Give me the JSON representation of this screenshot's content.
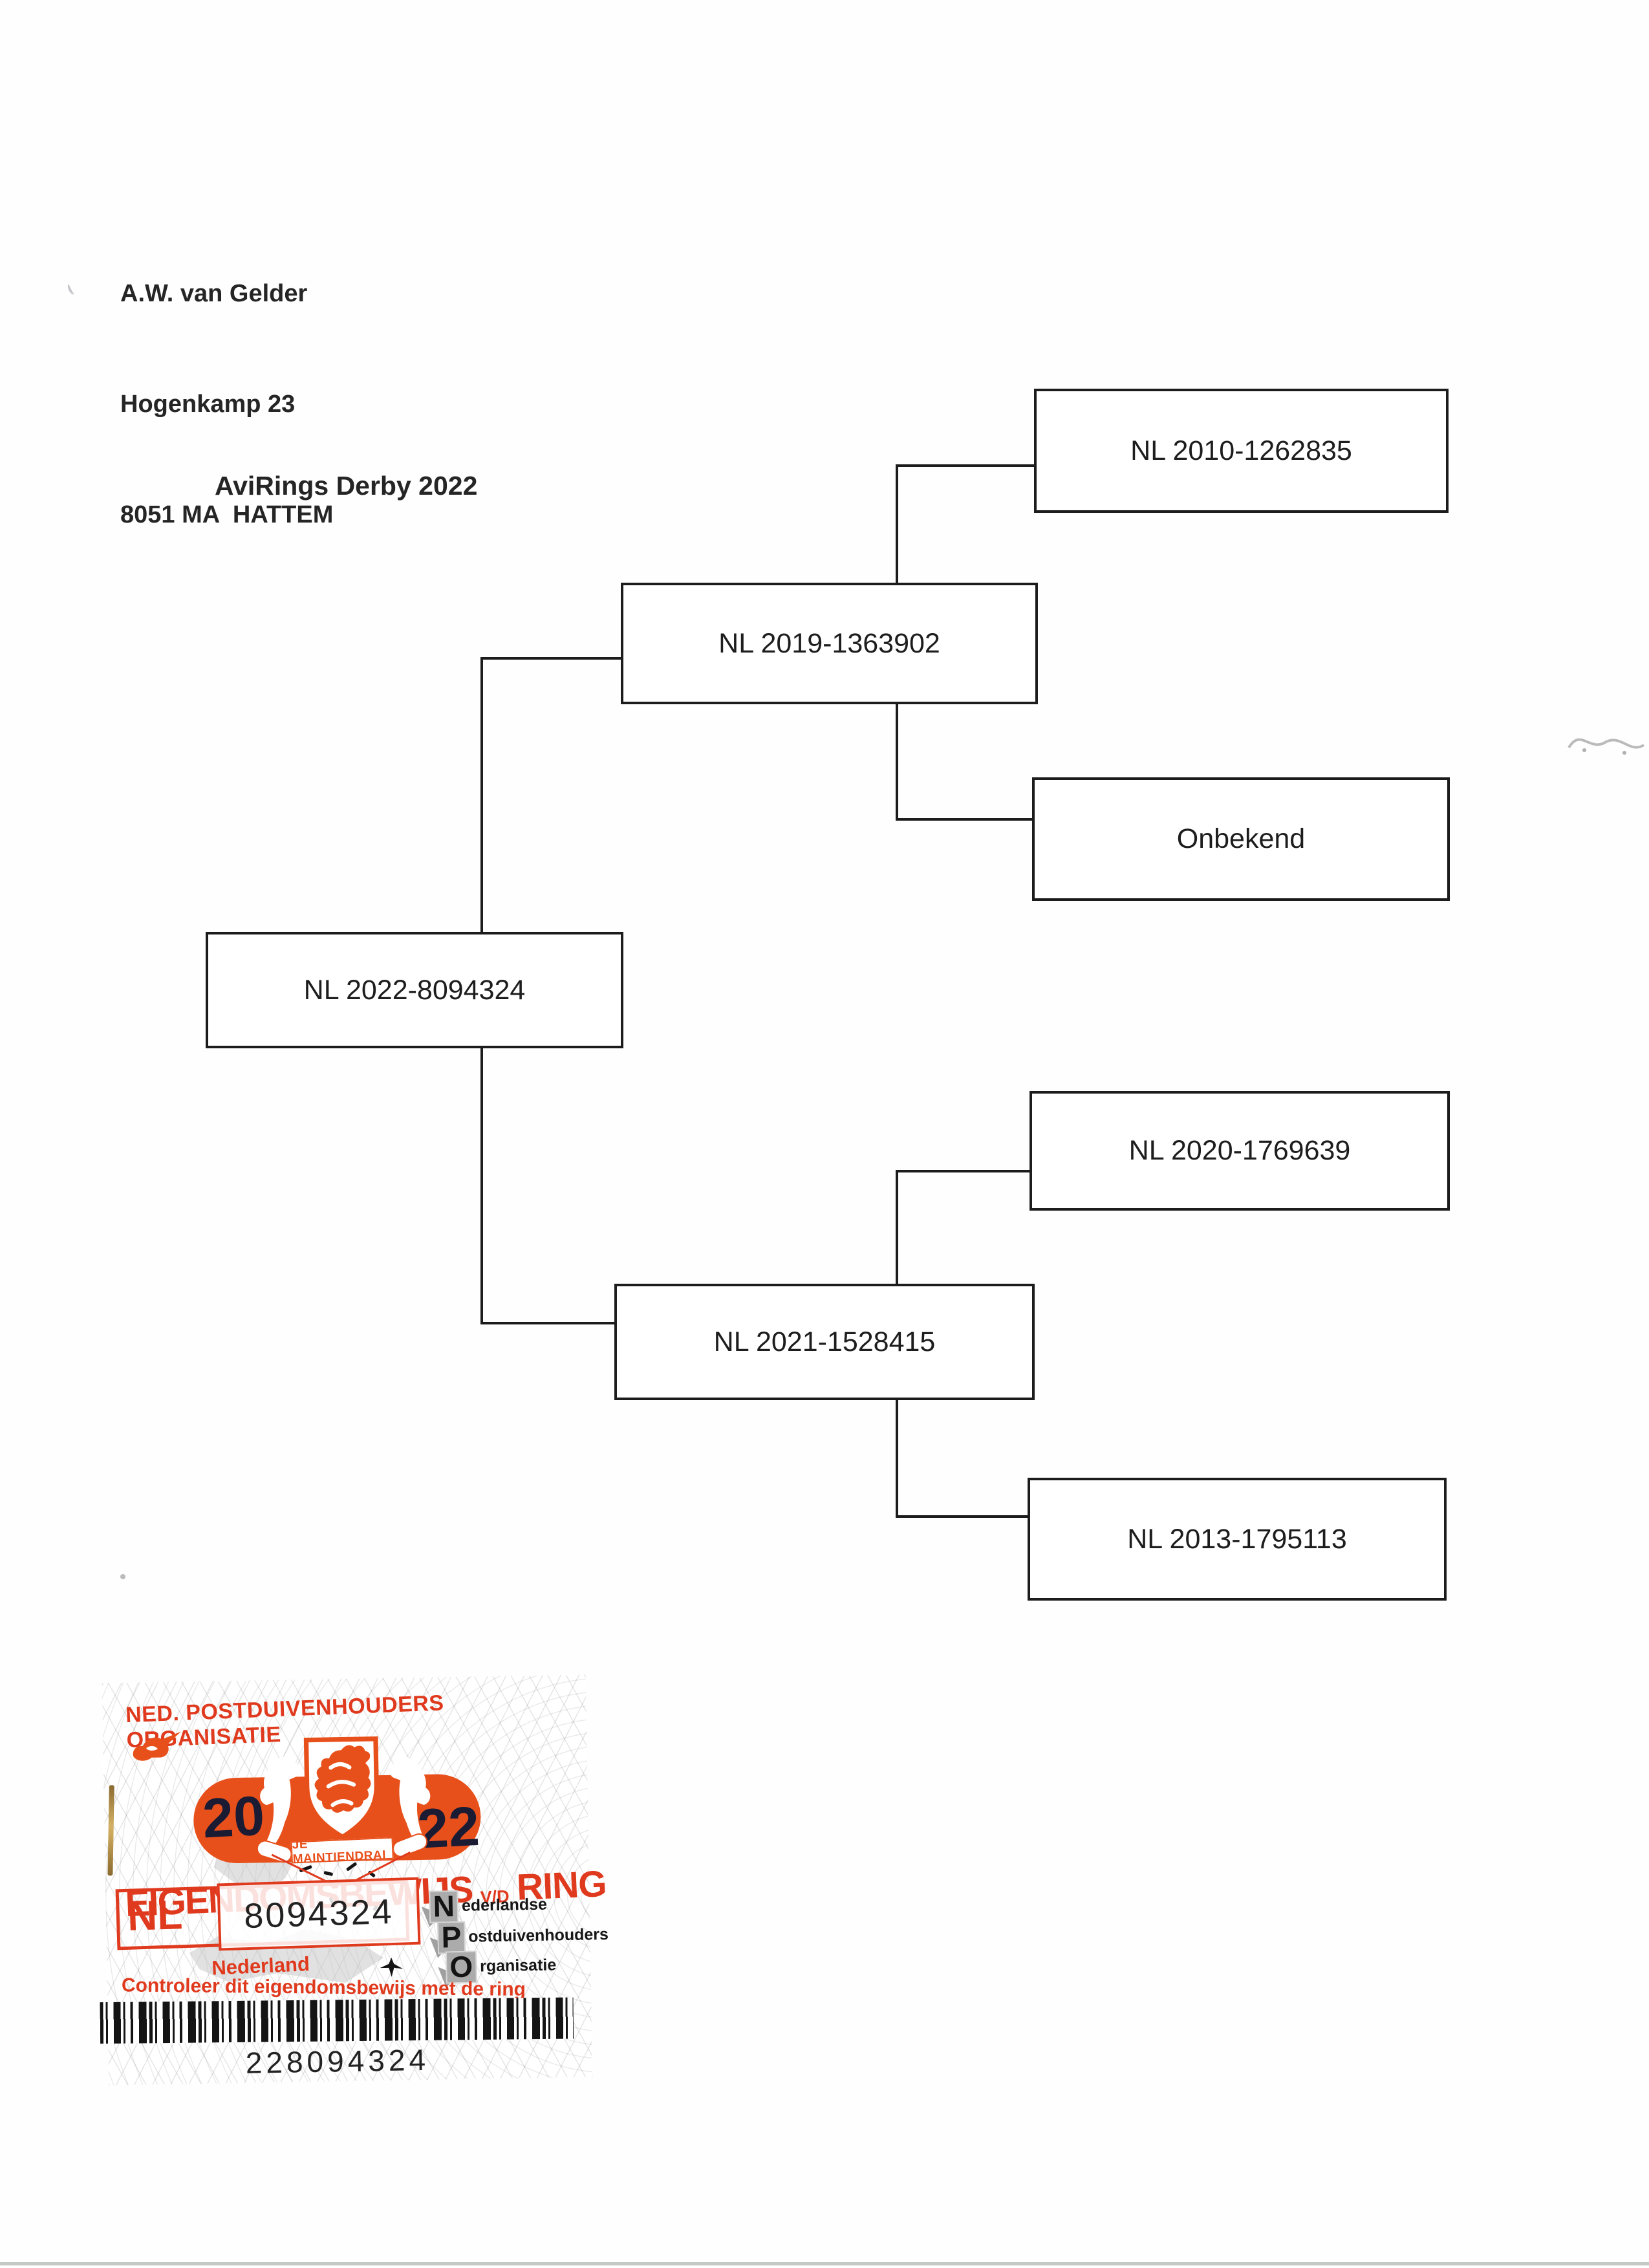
{
  "address": {
    "name": "A.W. van Gelder",
    "street": "Hogenkamp 23",
    "postal_city": "8051 MA  HATTEM"
  },
  "title": "AviRings Derby 2022",
  "pedigree": {
    "subject": "NL 2022-8094324",
    "sire": "NL 2019-1363902",
    "dam": "NL 2021-1528415",
    "sire_sire": "NL 2010-1262835",
    "sire_dam": "Onbekend",
    "dam_sire": "NL 2020-1769639",
    "dam_dam": "NL 2013-1795113"
  },
  "certificate": {
    "organisation": "NED. POSTDUIVENHOUDERS ORGANISATIE",
    "year_left": "20",
    "year_right": "22",
    "motto": "JE MAINTIENDRAI",
    "title_main": "EIGENDOMSBEWIJS",
    "title_vd": "V/D",
    "title_ring": "RING",
    "country_code": "NL",
    "ring_number": "8094324",
    "country_label": "Nederland",
    "npo": [
      {
        "initial": "N",
        "rest": "ederlandse"
      },
      {
        "initial": "P",
        "rest": "ostduivenhouders"
      },
      {
        "initial": "O",
        "rest": "rganisatie"
      }
    ],
    "check_line": "Controleer dit eigendomsbewijs met de ring",
    "barcode_number": "228094324",
    "colors": {
      "accent": "#e03a1e",
      "banner": "#e8501b",
      "year_ink": "#1b1b33"
    }
  }
}
